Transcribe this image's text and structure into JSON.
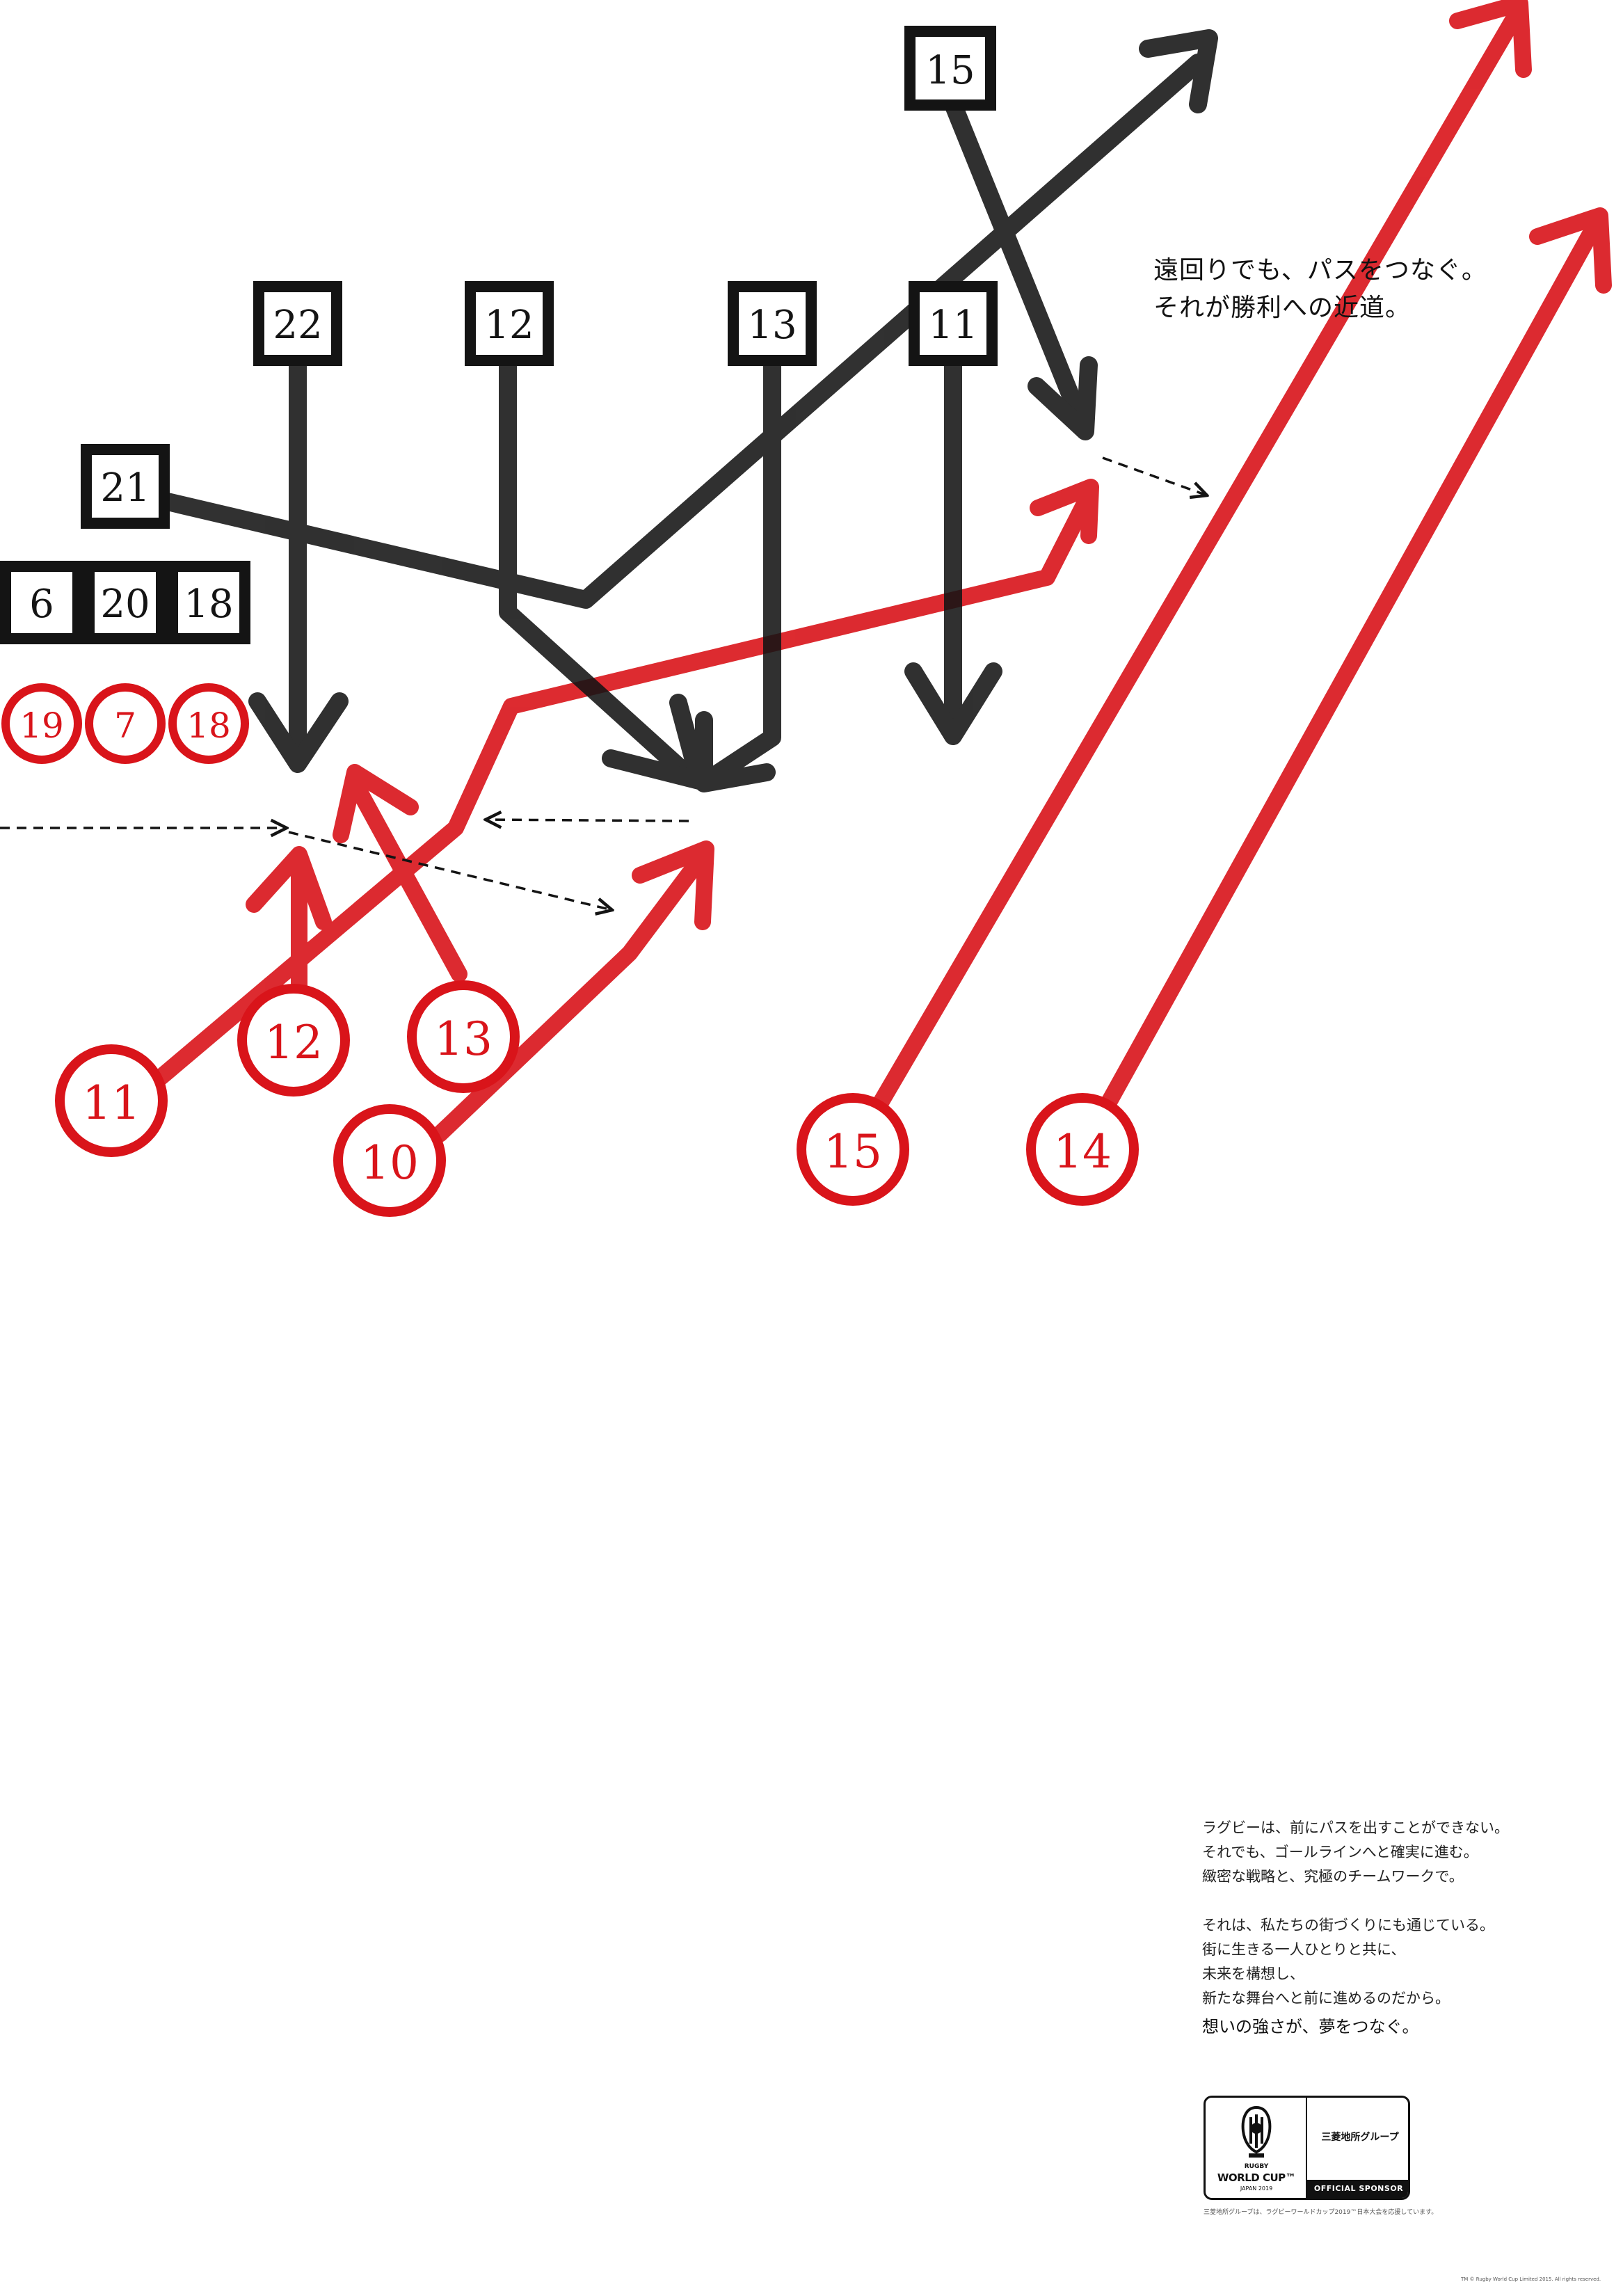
{
  "colors": {
    "red": "#d9141a",
    "black": "#141414"
  },
  "headline": [
    "遠回りでも、パスをつなぐ。",
    "それが勝利への近道。"
  ],
  "body_copy": [
    "ラグビーは、前にパスを出すことができない。",
    "それでも、ゴールラインへと確実に進む。",
    "緻密な戦略と、究極のチームワークで。",
    "",
    "それは、私たちの街づくりにも通じている。",
    "街に生きる一人ひとりと共に、",
    "未来を構想し、",
    "新たな舞台へと前に進めるのだから。"
  ],
  "closing": "想いの強さが、夢をつなぐ。",
  "defenders": [
    {
      "num": "15"
    },
    {
      "num": "22"
    },
    {
      "num": "12"
    },
    {
      "num": "13"
    },
    {
      "num": "11"
    },
    {
      "num": "21"
    },
    {
      "num": "6"
    },
    {
      "num": "20"
    },
    {
      "num": "18"
    }
  ],
  "attackers": [
    {
      "num": "19"
    },
    {
      "num": "7"
    },
    {
      "num": "18"
    },
    {
      "num": "11"
    },
    {
      "num": "12"
    },
    {
      "num": "13"
    },
    {
      "num": "10"
    },
    {
      "num": "15"
    },
    {
      "num": "14"
    }
  ],
  "logo": {
    "rwc_line1": "RUGBY",
    "rwc_line2": "WORLD CUP™",
    "rwc_line3": "JAPAN 2019",
    "sponsor_name": "三菱地所グループ",
    "badge": "OFFICIAL SPONSOR"
  },
  "fine_print": "三菱地所グループは、ラグビーワールドカップ2019™日本大会を応援しています。",
  "copyright": "TM © Rugby World Cup Limited 2015. All rights reserved."
}
